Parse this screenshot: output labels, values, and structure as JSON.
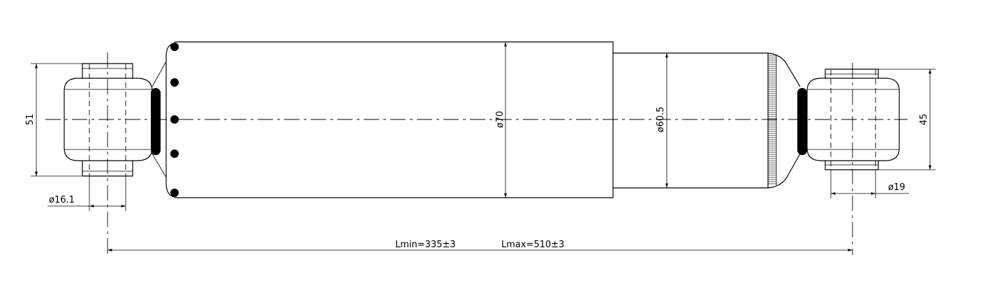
{
  "dimensions": {
    "left_eye_height": "51",
    "left_bore": "ø16.1",
    "body_diameter": "ø70",
    "rod_diameter": "ø60.5",
    "right_eye_height": "45",
    "right_bore": "ø19",
    "length_min": "Lmin=335±3",
    "length_max": "Lmax=510±3"
  },
  "colors": {
    "line": "#000000",
    "background": "#ffffff"
  }
}
